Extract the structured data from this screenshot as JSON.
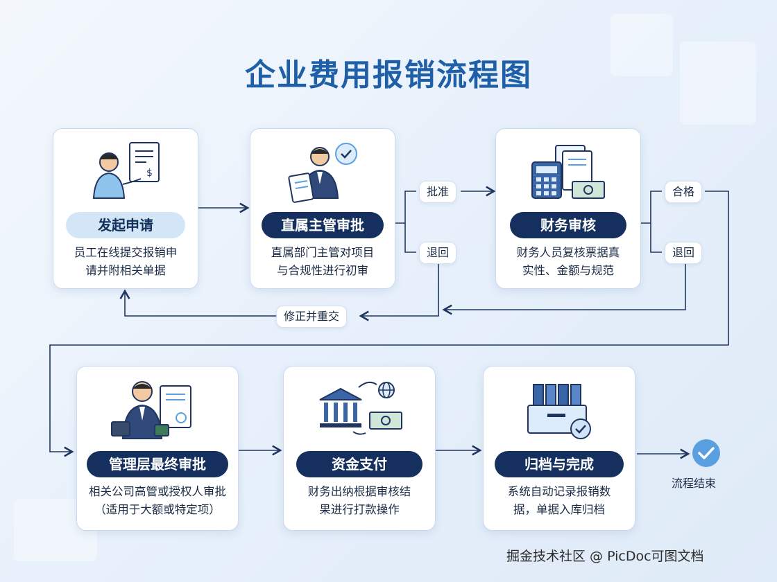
{
  "title": "企业费用报销流程图",
  "steps": [
    {
      "label": "发起申请",
      "desc_lines": [
        "员工在线提交报销申",
        "请并附相关单据"
      ],
      "icon": "employee-receipt-icon"
    },
    {
      "label": "直属主管审批",
      "desc_lines": [
        "直属部门主管对项目",
        "与合规性进行初审"
      ],
      "icon": "manager-document-check-icon"
    },
    {
      "label": "财务审核",
      "desc_lines": [
        "财务人员复核票据真",
        "实性、金额与规范"
      ],
      "icon": "calculator-documents-cash-icon"
    },
    {
      "label": "管理层最终审批",
      "desc_lines": [
        "相关公司高管或授权人审批",
        "（适用于大额或特定项）"
      ],
      "icon": "executive-stamp-icon"
    },
    {
      "label": "资金支付",
      "desc_lines": [
        "财务出纳根据审核结",
        "果进行打款操作"
      ],
      "icon": "bank-transfer-icon"
    },
    {
      "label": "归档与完成",
      "desc_lines": [
        "系统自动记录报销数",
        "据，单据入库归档"
      ],
      "icon": "archive-binders-check-icon"
    }
  ],
  "branches": {
    "approve": "批准",
    "reject_1": "退回",
    "pass": "合格",
    "reject_2": "退回",
    "resubmit": "修正并重交"
  },
  "end": {
    "label": "流程结束",
    "icon": "check-circle-icon"
  },
  "watermark": "掘金技术社区 @ PicDoc可图文档",
  "colors": {
    "title": "#1f5fa8",
    "dark_pill": "#15305f",
    "light_pill": "#d3e6f8",
    "line": "#1f3560",
    "accent": "#5aa0e0"
  }
}
